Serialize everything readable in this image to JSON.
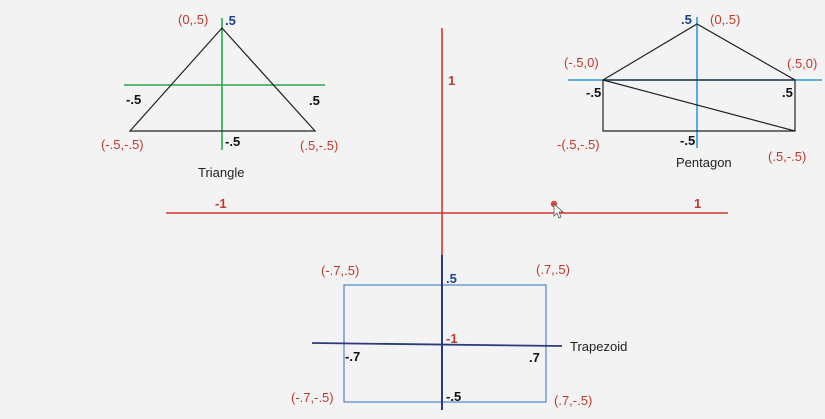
{
  "axes": {
    "y_pos": "1",
    "x_neg": "-1",
    "x_pos": "1"
  },
  "triangle": {
    "caption": "Triangle",
    "top": "(0,.5)",
    "top_tick": ".5",
    "left_tick": "-.5",
    "right_tick": ".5",
    "bottom_tick": "-.5",
    "bottom_left": "(-.5,-.5)",
    "bottom_right": "(.5,-.5)"
  },
  "pentagon": {
    "caption": "Pentagon",
    "top_tick": ".5",
    "top": "(0,.5)",
    "left": "(-.5,0)",
    "right": "(.5,0)",
    "left_tick": "-.5",
    "right_tick": ".5",
    "bottom_tick": "-.5",
    "bottom_left": "-(.5,-.5)",
    "bottom_right": "(.5,-.5)"
  },
  "trapezoid": {
    "caption": "Trapezoid",
    "top_left": "(-.7,.5)",
    "top_right": "(.7,.5)",
    "top_tick": ".5",
    "center_tick": "-1",
    "left_tick": "-.7",
    "right_tick": ".7",
    "bottom_tick": "-.5",
    "bottom_left": "(-.7,-.5)",
    "bottom_right": "(.7,-.5)"
  },
  "colors": {
    "main_axis": "#d9362b",
    "triangle_axis": "#2aa84a",
    "pentagon_axis": "#2e9be0",
    "trapezoid_box": "#4f86c6",
    "trapezoid_axis": "#2b3a7a",
    "shape": "#222222"
  }
}
